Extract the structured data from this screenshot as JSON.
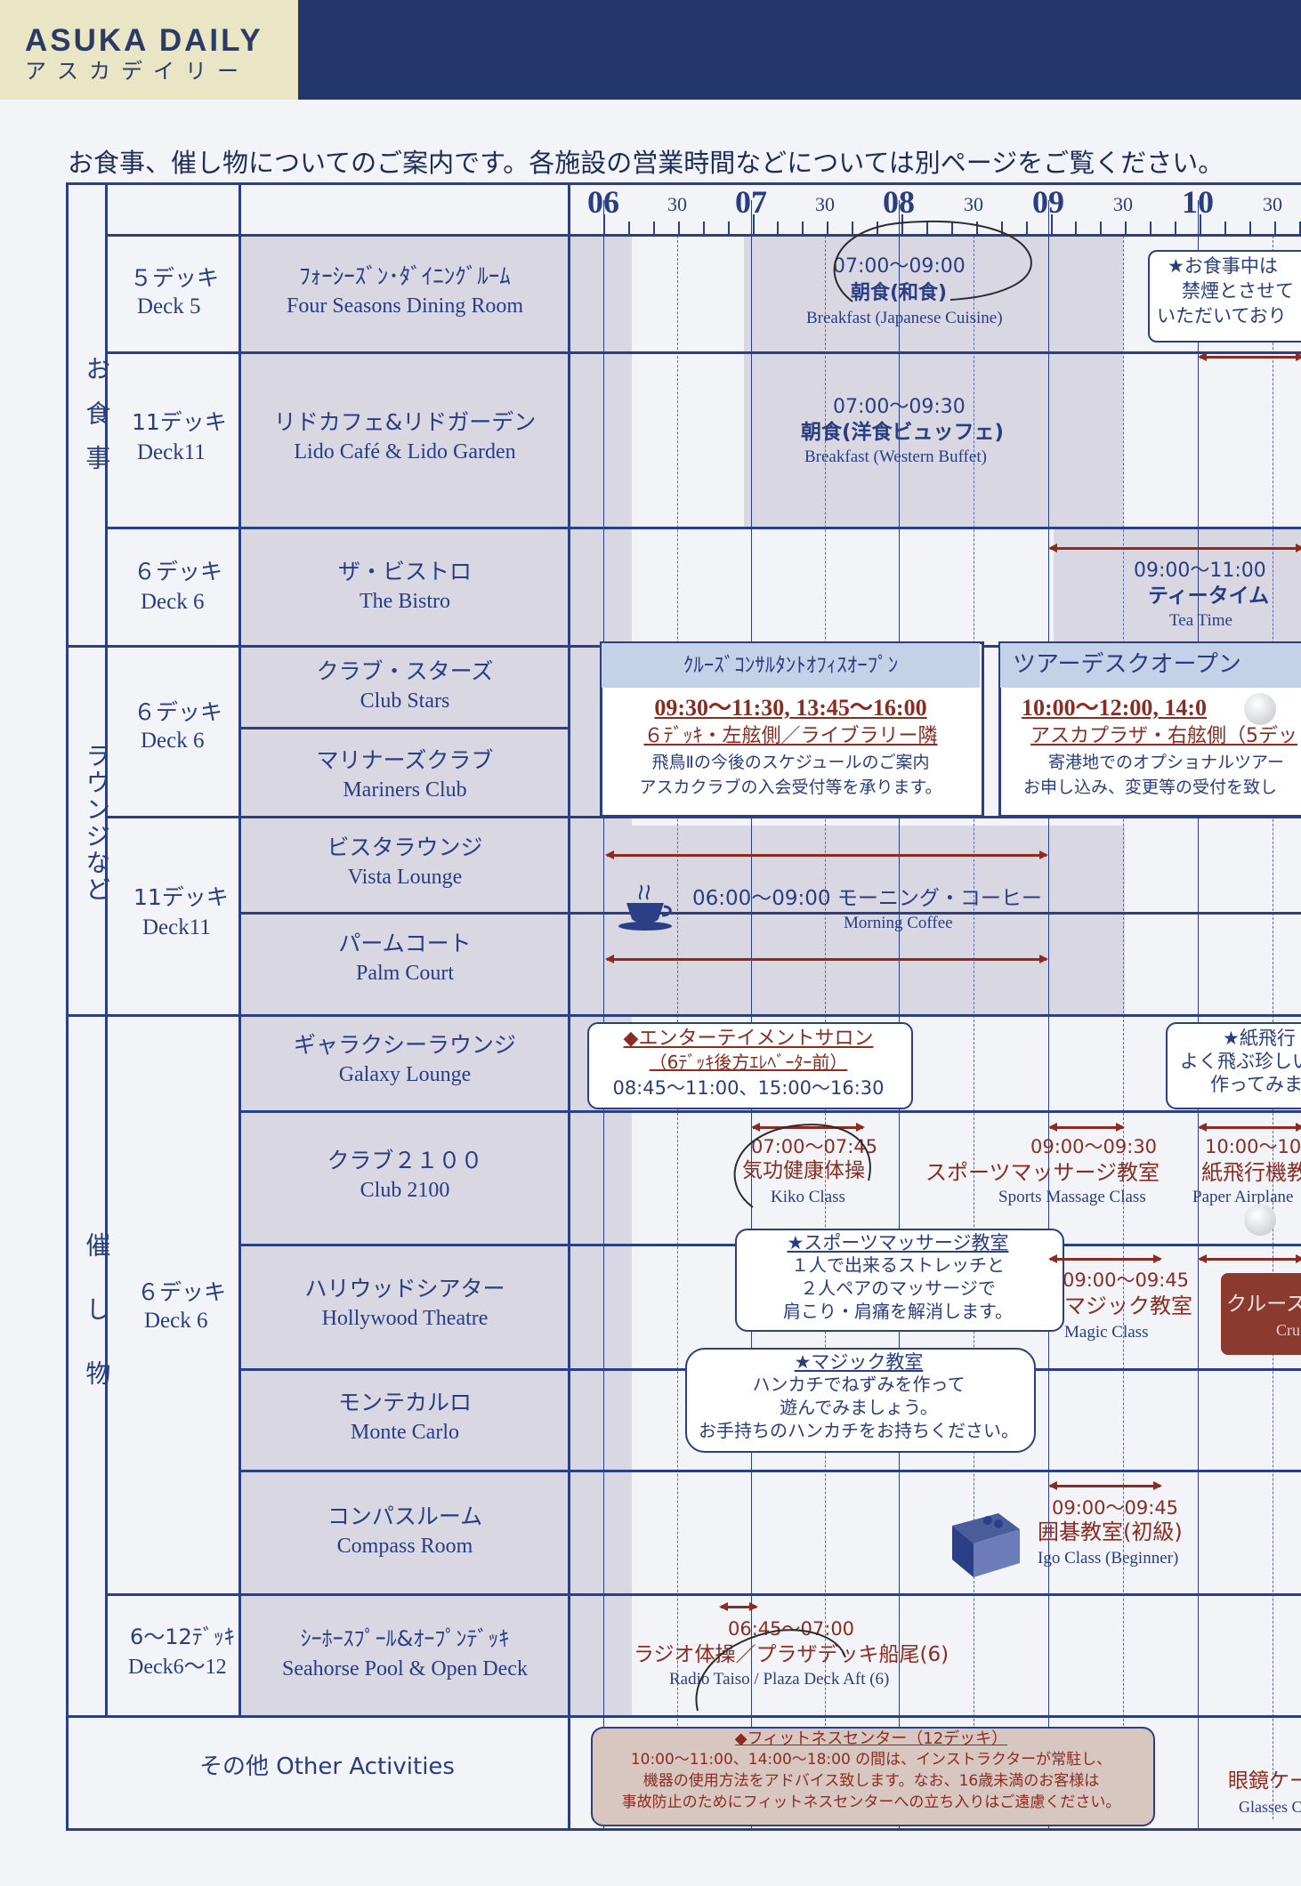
{
  "header": {
    "brand": "ASUKA DAILY",
    "brand_jp": "アスカデイリー"
  },
  "intro": "お食事、催し物についてのご案内です。各施設の営業時間などについては別ページをご覧ください。",
  "timeline": {
    "hours": [
      "06",
      "07",
      "08",
      "09",
      "10"
    ],
    "halves": [
      "30",
      "30",
      "30",
      "30",
      "30"
    ]
  },
  "sections": {
    "meals": "お食事",
    "lounge": "ラウンジなど",
    "events": "催し物",
    "other": "その他 Other Activities"
  },
  "decks": {
    "d5": {
      "jp": "５デッキ",
      "en": "Deck 5"
    },
    "d11a": {
      "jp": "11デッキ",
      "en": "Deck11"
    },
    "d6a": {
      "jp": "６デッキ",
      "en": "Deck 6"
    },
    "d6b": {
      "jp": "６デッキ",
      "en": "Deck 6"
    },
    "d11b": {
      "jp": "11デッキ",
      "en": "Deck11"
    },
    "d6c": {
      "jp": "６デッキ",
      "en": "Deck 6"
    },
    "d612": {
      "jp": "6〜12ﾃﾞｯｷ",
      "en": "Deck6〜12"
    }
  },
  "venues": {
    "four_seasons": {
      "jp": "ﾌｫｰｼｰｽﾞﾝ･ﾀﾞｲﾆﾝｸﾞﾙｰﾑ",
      "en": "Four Seasons Dining Room"
    },
    "lido": {
      "jp": "リドカフェ&リドガーデン",
      "en": "Lido Café & Lido Garden"
    },
    "bistro": {
      "jp": "ザ・ビストロ",
      "en": "The Bistro"
    },
    "club_stars": {
      "jp": "クラブ・スターズ",
      "en": "Club Stars"
    },
    "mariners": {
      "jp": "マリナーズクラブ",
      "en": "Mariners Club"
    },
    "vista": {
      "jp": "ビスタラウンジ",
      "en": "Vista Lounge"
    },
    "palm": {
      "jp": "パームコート",
      "en": "Palm Court"
    },
    "galaxy": {
      "jp": "ギャラクシーラウンジ",
      "en": "Galaxy Lounge"
    },
    "club2100": {
      "jp": "クラブ２１００",
      "en": "Club 2100"
    },
    "hollywood": {
      "jp": "ハリウッドシアター",
      "en": "Hollywood Theatre"
    },
    "monte": {
      "jp": "モンテカルロ",
      "en": "Monte Carlo"
    },
    "compass": {
      "jp": "コンパスルーム",
      "en": "Compass Room"
    },
    "seahorse": {
      "jp": "ｼｰﾎｰｽﾌﾟｰﾙ&ｵｰﾌﾟﾝﾃﾞｯｷ",
      "en": "Seahorse Pool & Open Deck"
    }
  },
  "events": {
    "breakfast_jp": {
      "time": "07:00〜09:00",
      "jp": "朝食(和食)",
      "en": "Breakfast (Japanese Cuisine)"
    },
    "breakfast_west": {
      "time": "07:00〜09:30",
      "jp": "朝食(洋食ビュッフェ)",
      "en": "Breakfast (Western Buffet)"
    },
    "tea": {
      "time": "09:00〜11:00",
      "jp": "ティータイム",
      "en": "Tea Time"
    },
    "no_smoking": {
      "l1": "★お食事中は",
      "l2": "禁煙とさせて",
      "l3": "いただいており"
    },
    "consultant": {
      "title": "ｸﾙｰｽﾞｺﾝｻﾙﾀﾝﾄｵﾌｨｽｵｰﾌﾟﾝ",
      "time": "09:30〜11:30, 13:45〜16:00",
      "place": "６ﾃﾞｯｷ・左舷側／ライブラリー隣",
      "l1": "飛鳥Ⅱの今後のスケジュールのご案内",
      "l2": "アスカクラブの入会受付等を承ります。"
    },
    "tour_desk": {
      "title": "ツアーデスクオープン",
      "time": "10:00〜12:00, 14:0",
      "place": "アスカプラザ・右舷側（5デッ",
      "l1": "寄港地でのオプショナルツアー",
      "l2": "お申し込み、変更等の受付を致し"
    },
    "coffee": {
      "time": "06:00〜09:00 モーニング・コーヒー",
      "en": "Morning Coffee"
    },
    "salon": {
      "title": "◆エンターテイメントサロン",
      "place": "（6ﾃﾞｯｷ後方ｴﾚﾍﾞｰﾀｰ前）",
      "time": "08:45〜11:00、15:00〜16:30"
    },
    "paper_note": {
      "l1": "★紙飛行",
      "l2": "よく飛ぶ珍しい",
      "l3": "作ってみま"
    },
    "kiko": {
      "time": "07:00〜07:45",
      "jp": "気功健康体操",
      "en": "Kiko Class"
    },
    "massage": {
      "time": "09:00〜09:30",
      "jp": "スポーツマッサージ教室",
      "en": "Sports Massage Class"
    },
    "paper": {
      "time": "10:00〜10",
      "jp": "紙飛行機教",
      "en": "Paper Airplane"
    },
    "massage_note": {
      "title": "★スポーツマッサージ教室",
      "l1": "１人で出来るストレッチと",
      "l2": "２人ペアのマッサージで",
      "l3": "肩こり・肩痛を解消します。"
    },
    "magic": {
      "time": "09:00〜09:45",
      "jp": "マジック教室",
      "en": "Magic Class"
    },
    "cruise_box": {
      "jp": "クルース",
      "en": "Cru"
    },
    "magic_note": {
      "title": "★マジック教室",
      "l1": "ハンカチでねずみを作って",
      "l2": "遊んでみましょう。",
      "l3": "お手持ちのハンカチをお持ちください。"
    },
    "igo": {
      "time": "09:00〜09:45",
      "jp": "囲碁教室(初級)",
      "en": "Igo Class (Beginner)"
    },
    "radio": {
      "time": "06:45〜07:00",
      "jp": "ラジオ体操／プラザデッキ船尾(6)",
      "en": "Radio Taiso / Plaza Deck Aft (6)"
    },
    "fitness": {
      "title": "◆フィットネスセンター（12デッキ）",
      "l1": "10:00〜11:00、14:00〜18:00 の間は、インストラクターが常駐し、",
      "l2": "機器の使用方法をアドバイス致します。なお、16歳未満のお客様は",
      "l3": "事故防止のためにフィットネスセンターへの立ち入りはご遠慮ください。"
    },
    "glasses": {
      "jp": "眼鏡ケー",
      "en": "Glasses C"
    }
  },
  "colors": {
    "navy": "#24376c",
    "line": "#2b3f86",
    "accent": "#8c2b21",
    "cream": "#e8e6c4"
  }
}
